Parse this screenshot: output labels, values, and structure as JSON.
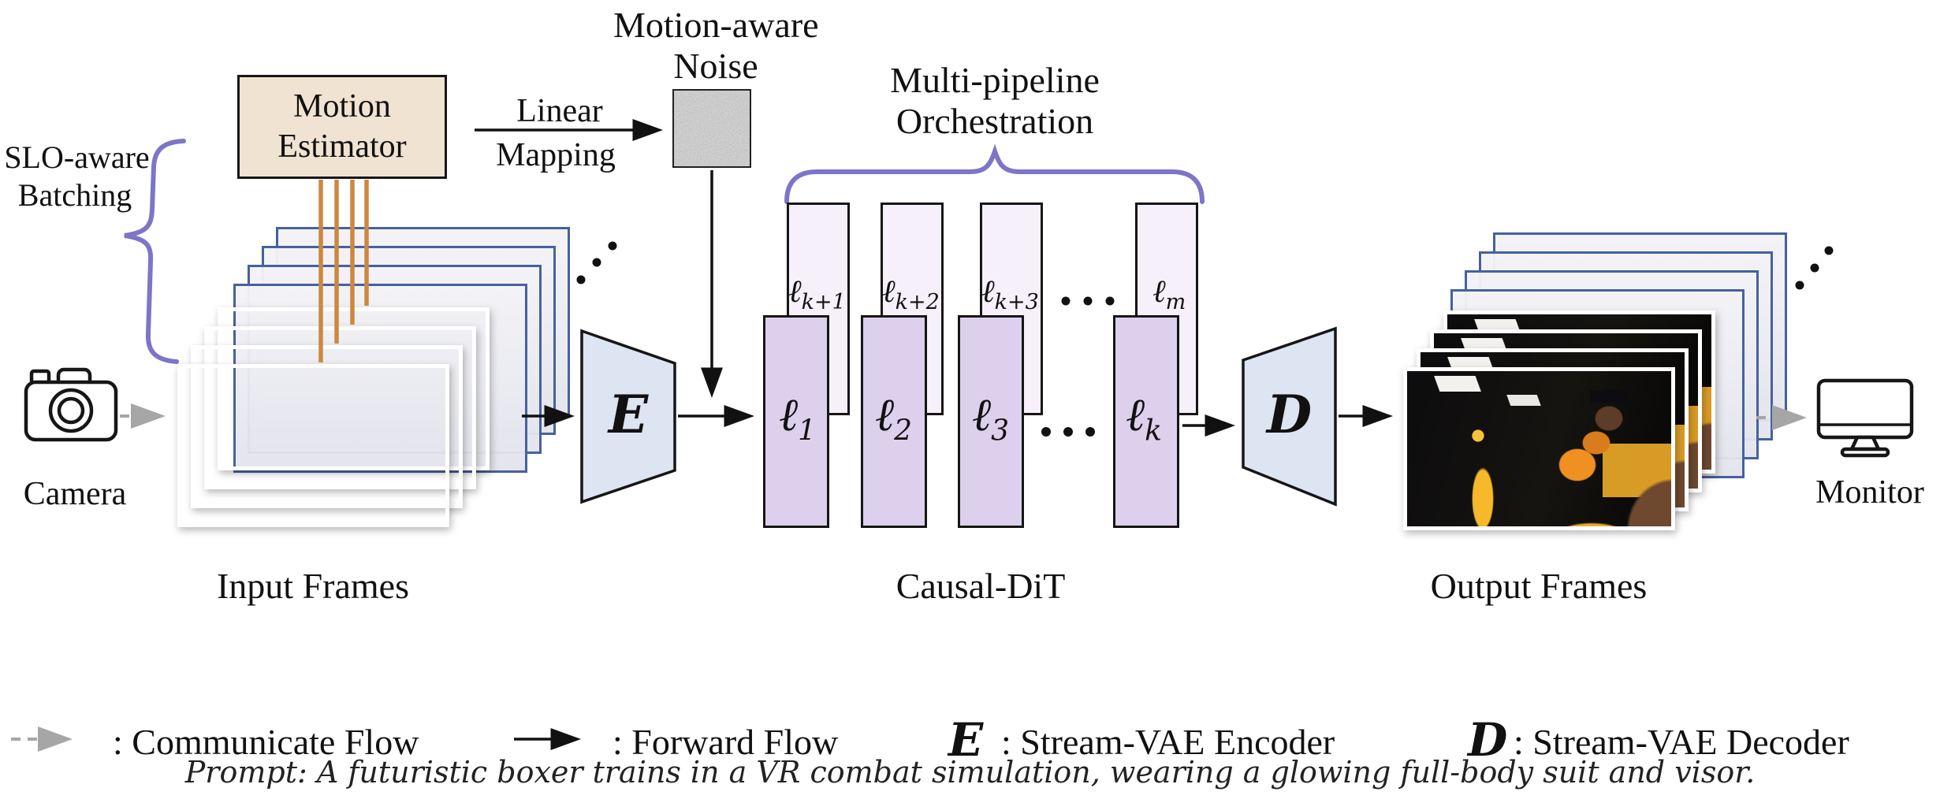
{
  "nodes": {
    "motion_estimator": {
      "line1": "Motion",
      "line2": "Estimator"
    },
    "linear_mapping": {
      "line1": "Linear",
      "line2": "Mapping"
    },
    "noise": {
      "line1": "Motion-aware",
      "line2": "Noise"
    },
    "slo": {
      "line1": "SLO-aware",
      "line2": "Batching"
    },
    "orchestration": {
      "line1": "Multi-pipeline",
      "line2": "Orchestration"
    },
    "camera_label": "Camera",
    "monitor_label": "Monitor",
    "encoder_symbol": "E",
    "decoder_symbol": "D"
  },
  "dit": {
    "label": "Causal-DiT",
    "front_blocks": [
      {
        "base": "ℓ",
        "sub": "1"
      },
      {
        "base": "ℓ",
        "sub": "2"
      },
      {
        "base": "ℓ",
        "sub": "3"
      },
      {
        "base": "ℓ",
        "sub": "k"
      }
    ],
    "back_blocks": [
      {
        "base": "ℓ",
        "sub": "k+1"
      },
      {
        "base": "ℓ",
        "sub": "k+2"
      },
      {
        "base": "ℓ",
        "sub": "k+3"
      },
      {
        "base": "ℓ",
        "sub": "m"
      }
    ]
  },
  "stacks": {
    "input_label": "Input Frames",
    "output_label": "Output Frames"
  },
  "legend": {
    "communicate": ": Communicate Flow",
    "forward": ": Forward Flow",
    "encoder_symbol": "E",
    "encoder": ": Stream-VAE Encoder",
    "decoder_symbol": "D",
    "decoder": ": Stream-VAE Decoder"
  },
  "prompt": "Prompt: A futuristic boxer trains in a VR combat simulation, wearing a glowing full-body suit and visor.",
  "colors": {
    "brace_purple": "#7d75c8",
    "connector_orange": "#cc8840",
    "frame_blue": "#46619e",
    "estimator_tan": "#f0e3d1",
    "block_front": "#ddd0ec",
    "block_back": "#f6f0fa",
    "vae_blue": "#dde4f2",
    "dashed_gray": "#a6a6a6"
  }
}
